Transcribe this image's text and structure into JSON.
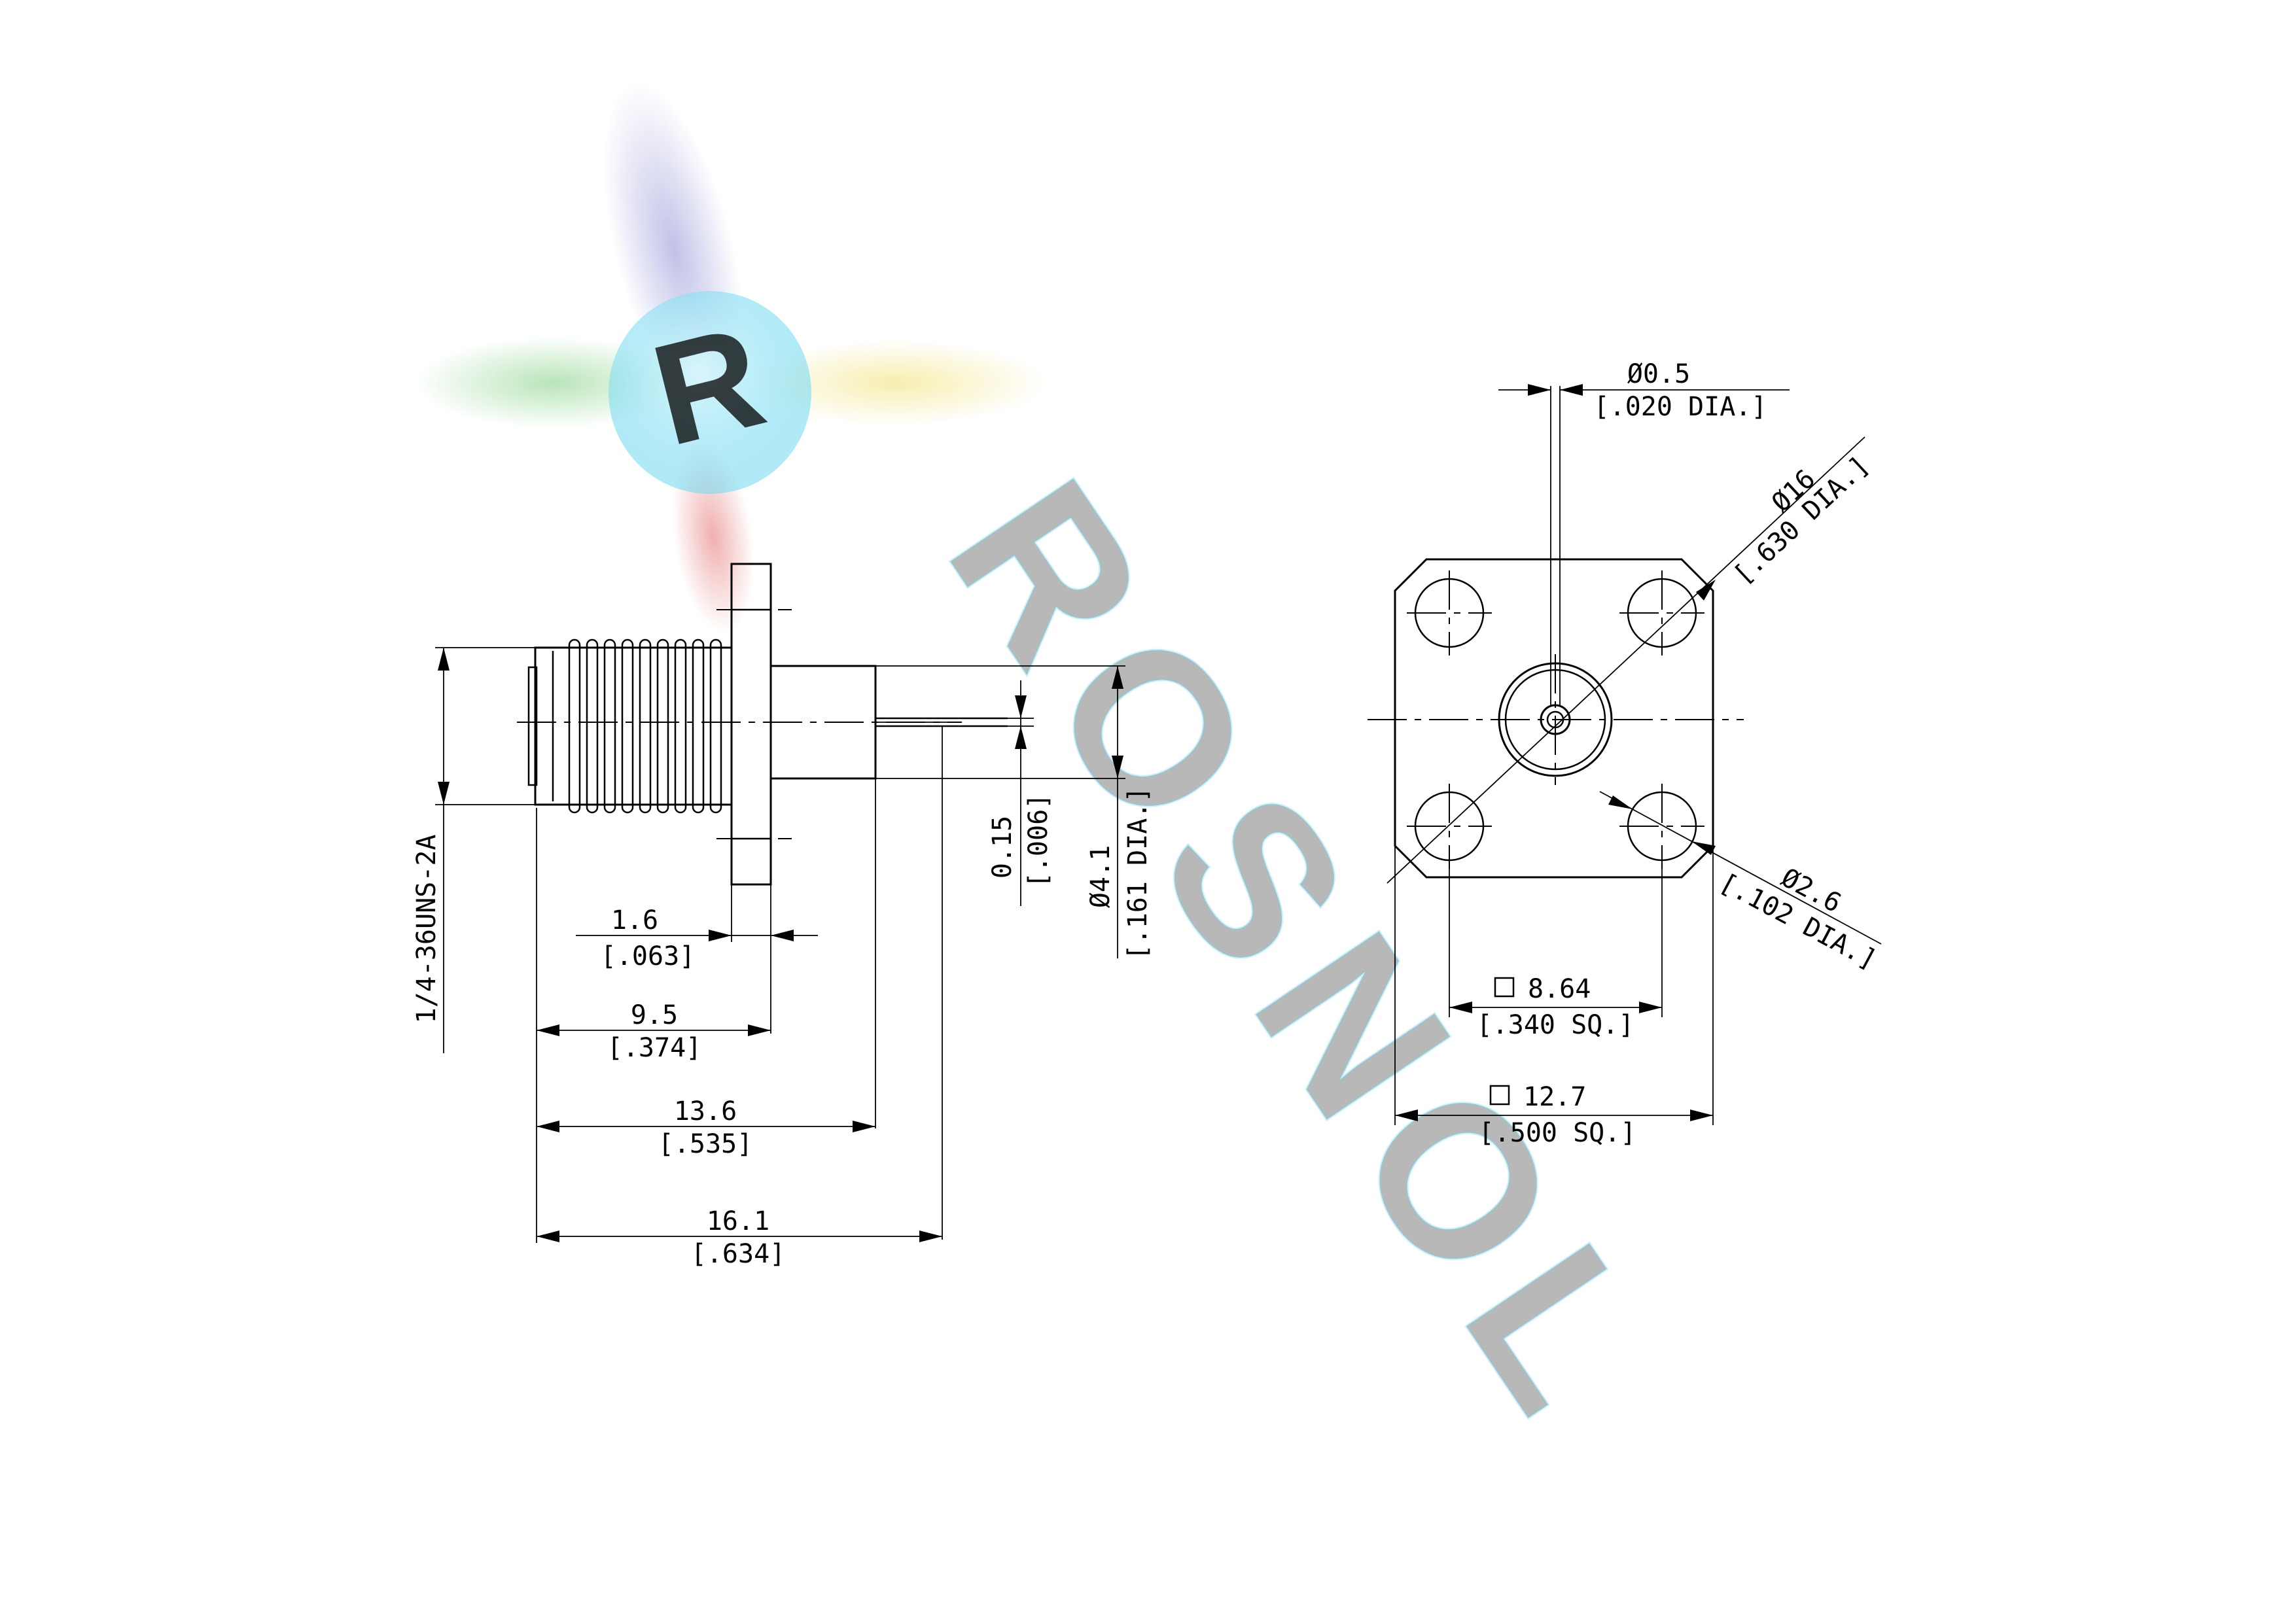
{
  "brand": {
    "logo_letter": "R",
    "watermark_text": "ROSNOL",
    "colors": {
      "blue": "#8f8fd6",
      "green": "#7fcf7f",
      "red": "#e06060",
      "yellow": "#f2e27a",
      "cyan": "#6fd8f0"
    }
  },
  "side_view": {
    "thread_spec": "1/4-36UNS-2A",
    "dims": {
      "flange_thickness": {
        "mm": "1.6",
        "inch": "[.063]"
      },
      "body_to_flange": {
        "mm": "9.5",
        "inch": "[.374]"
      },
      "body_length": {
        "mm": "13.6",
        "inch": "[.535]"
      },
      "overall_length": {
        "mm": "16.1",
        "inch": "[.634]"
      },
      "pin_diameter": {
        "mm": "0.15",
        "inch": "[.006]"
      },
      "shank_diameter": {
        "mm": "Ø4.1",
        "inch": "[.161 DIA.]"
      }
    }
  },
  "front_view": {
    "dims": {
      "pin_dia": {
        "mm": "Ø0.5",
        "inch": "[.020 DIA.]"
      },
      "bolt_circle": {
        "mm": "Ø16",
        "inch": "[.630 DIA.]"
      },
      "hole_dia": {
        "mm": "Ø2.6",
        "inch": "[.102 DIA.]"
      },
      "hole_spacing": {
        "mm": "8.64",
        "inch": "[.340 SQ.]"
      },
      "flange_size": {
        "mm": "12.7",
        "inch": "[.500 SQ.]"
      }
    }
  }
}
